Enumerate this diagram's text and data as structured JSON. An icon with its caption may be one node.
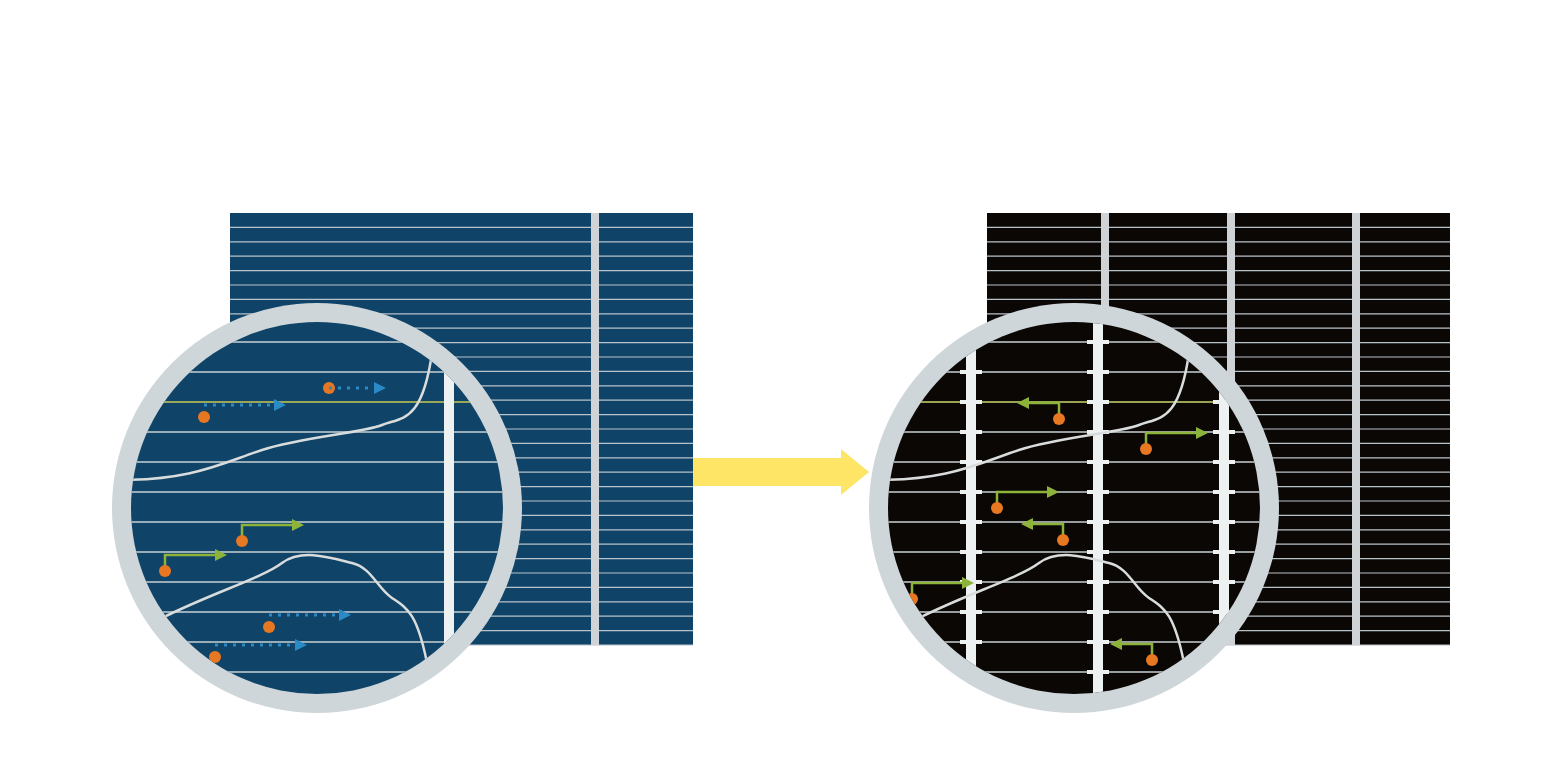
{
  "diagram": {
    "nodes": [
      {
        "text": [],
        "shape": "picture"
      },
      {
        "text": [],
        "shape": "picture"
      }
    ],
    "edges": [
      {
        "from": 0,
        "to": 1,
        "arrow": "to",
        "color": "#ffe566"
      }
    ]
  }
}
